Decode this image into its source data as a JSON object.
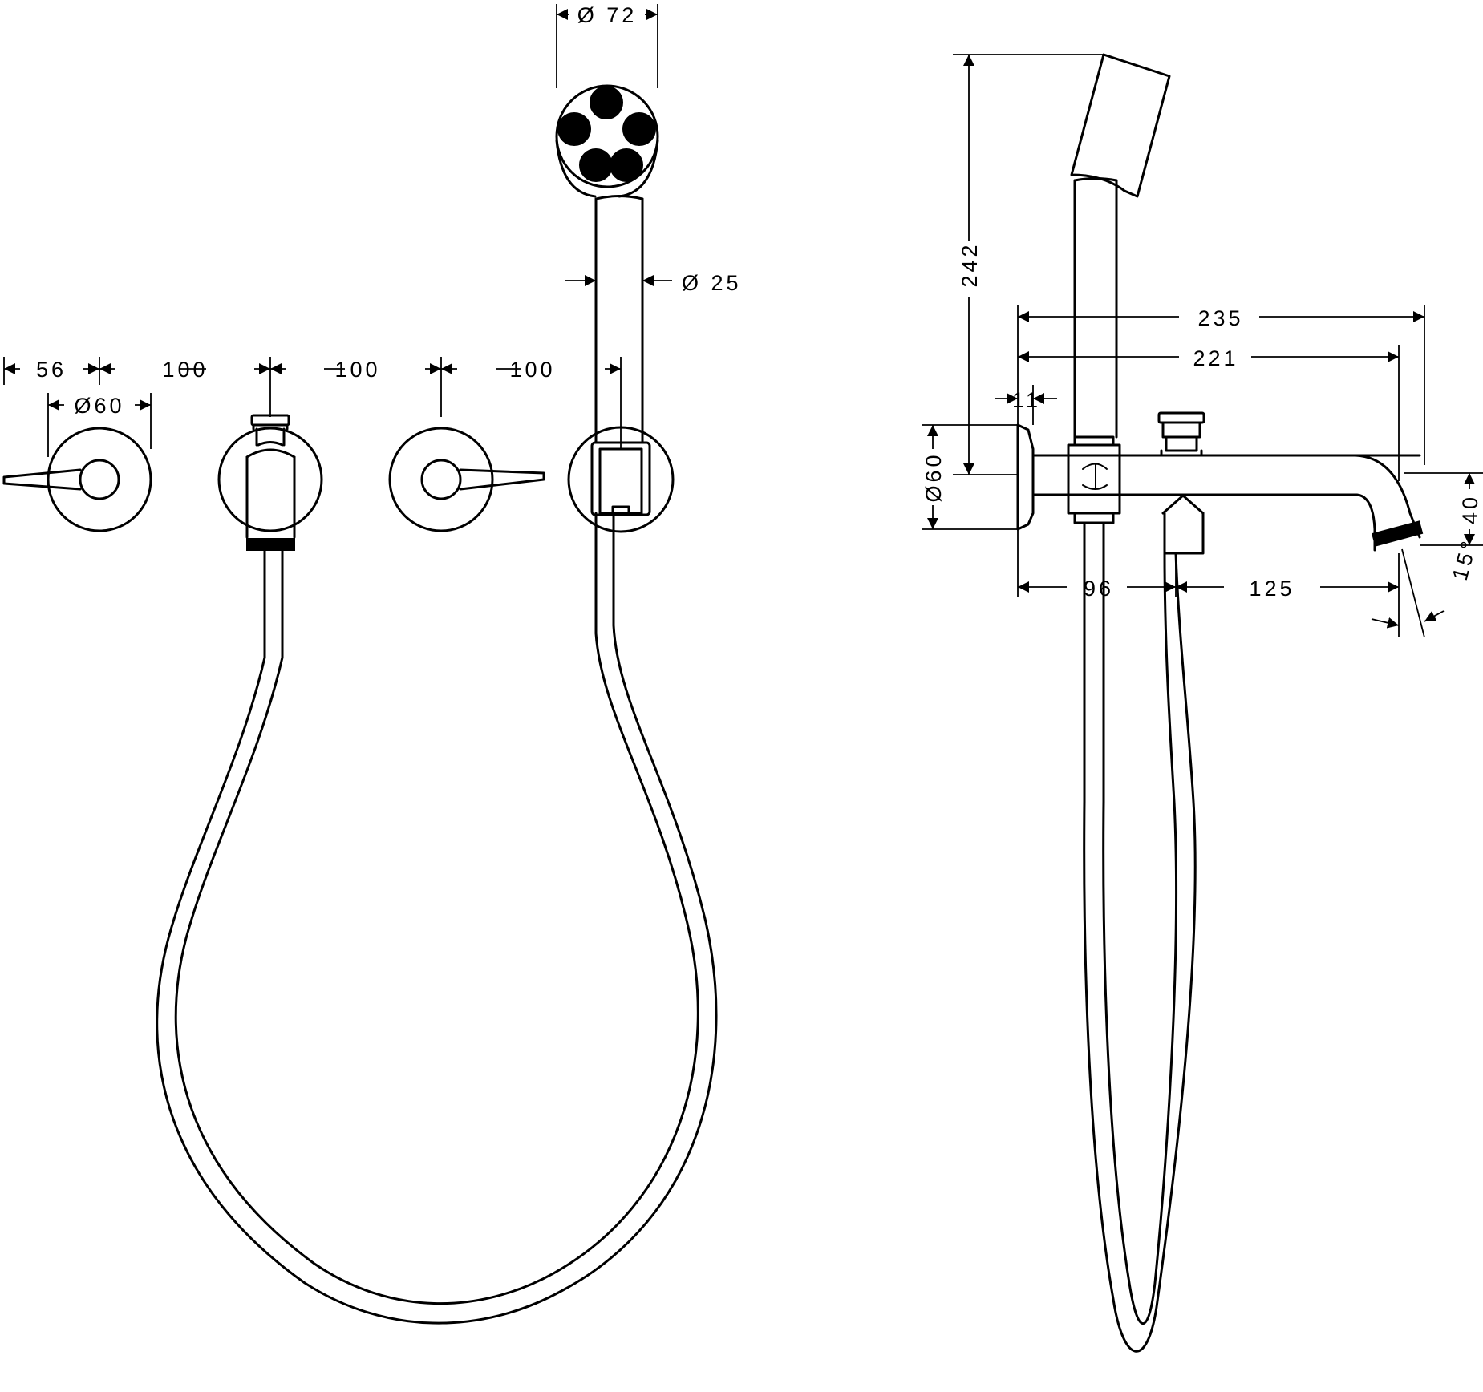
{
  "palette": {
    "line": "#000000",
    "background": "#ffffff"
  },
  "dimensions": {
    "front": {
      "d56": "56",
      "d100_a": "100",
      "d100_b": "100",
      "d100_c": "100",
      "dia60": "Ø60",
      "dia72": "Ø 72",
      "dia25": "Ø 25"
    },
    "side": {
      "d242": "242",
      "d235": "235",
      "d221": "221",
      "d11": "11",
      "dia60": "Ø60",
      "d40": "40",
      "d96": "96",
      "d125": "125",
      "angle": "15°"
    }
  }
}
